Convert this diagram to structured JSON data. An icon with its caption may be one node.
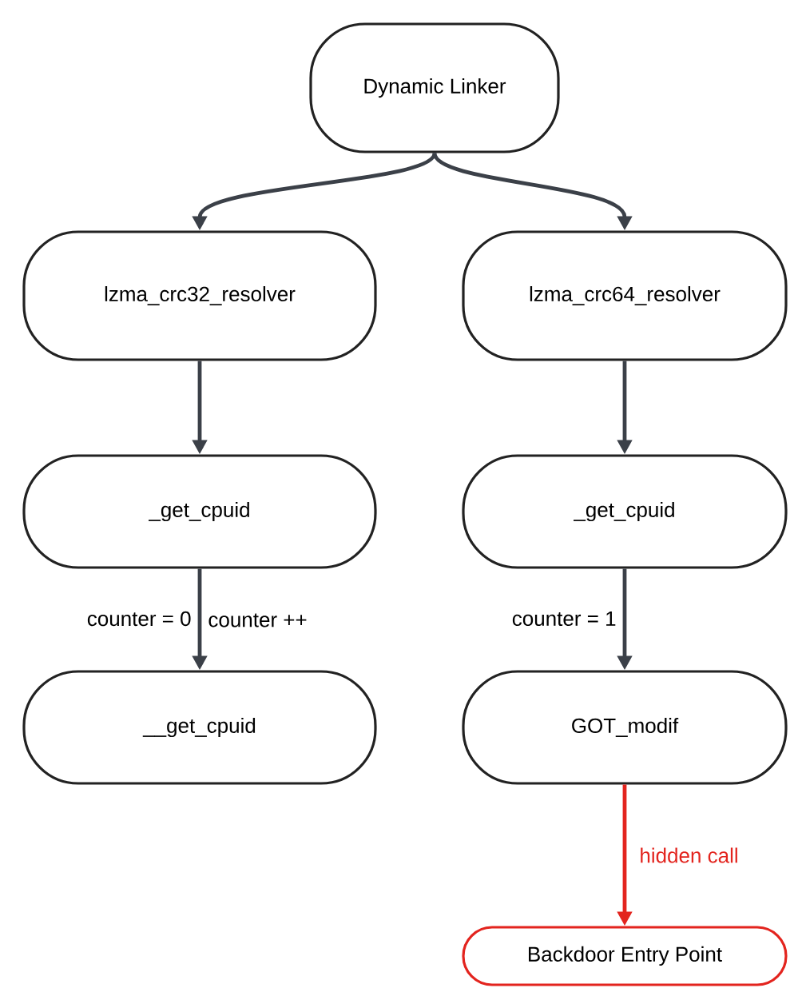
{
  "diagram": {
    "nodes": [
      {
        "text": [
          "Dynamic Linker"
        ]
      },
      {
        "text": [
          "lzma_crc32_resolver"
        ]
      },
      {
        "text": [
          "lzma_crc64_resolver"
        ]
      },
      {
        "text": [
          "_get_cpuid"
        ]
      },
      {
        "text": [
          "_get_cpuid"
        ]
      },
      {
        "text": [
          "__get_cpuid"
        ]
      },
      {
        "text": [
          "GOT_modif"
        ]
      },
      {
        "text": [
          "Backdoor Entry Point"
        ]
      }
    ],
    "edges": [
      {
        "from": 0,
        "to": 1,
        "arrow": "to"
      },
      {
        "from": 0,
        "to": 2,
        "arrow": "to"
      },
      {
        "from": 1,
        "to": 3,
        "arrow": "to"
      },
      {
        "from": 3,
        "to": 5,
        "arrow": "to",
        "label": "counter = 0"
      },
      {
        "from": 2,
        "to": 4,
        "arrow": "to"
      },
      {
        "from": 4,
        "to": 6,
        "arrow": "to",
        "label": "counter = 1"
      },
      {
        "from": 6,
        "to": 7,
        "arrow": "to",
        "label": "hidden call",
        "color": "#e3241e"
      }
    ],
    "labels": [
      "counter ++"
    ]
  }
}
